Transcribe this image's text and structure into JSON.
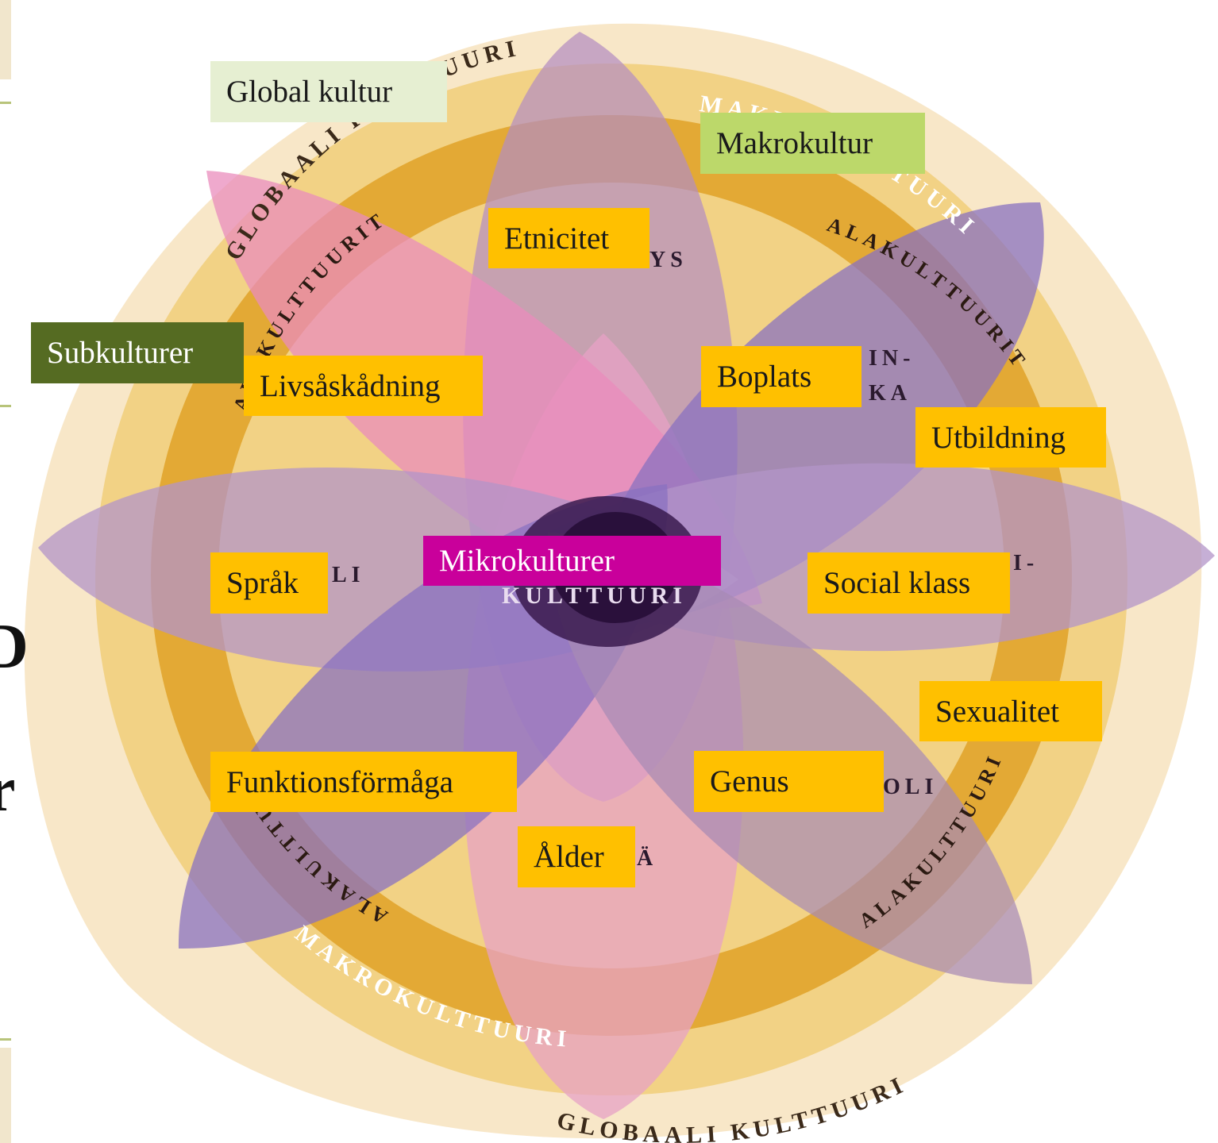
{
  "ring_texts": {
    "global_top": "GLOBAALI KULTTUURI",
    "global_bottom": "GLOBAALI KULTTUURI",
    "macro_top": "MAKROKULTTUURI",
    "macro_bottom": "MAKROKULTTUURI",
    "sub_left": "ALAKULTTUURIT",
    "sub_right": "ALAKULTTUURIT",
    "sub_bottom_left": "ALAKULTTUURIT",
    "sub_bottom_right": "ALAKULTTUURIT"
  },
  "petal_fragments": {
    "ethnicity": "YS",
    "residence_1": "IN-",
    "residence_2": "KA",
    "language": "LI",
    "social_class": "I-",
    "gender": "OLI",
    "age": "Ä",
    "center": "KULTTUURI"
  },
  "labels": {
    "global_culture": "Global kultur",
    "macro_culture": "Makrokultur",
    "subcultures": "Subkulturer",
    "micro_cultures": "Mikrokulturer",
    "ethnicity": "Etnicitet",
    "worldview": "Livsåskådning",
    "residence": "Boplats",
    "education": "Utbildning",
    "language": "Språk",
    "social_class": "Social klass",
    "sexuality": "Sexualitet",
    "ability": "Funktionsförmåga",
    "gender": "Genus",
    "age": "Ålder"
  },
  "edge_glyphs": {
    "glyph_1": "D",
    "glyph_2": "r"
  },
  "colors": {
    "global_ring": "#f8e7c8",
    "macro_ring": "#f2d285",
    "sub_ring": "#e3a935",
    "pink_petal": "#e7a1c6",
    "purple_petal": "#9c88c4",
    "lilac_petal": "#c6a6cc",
    "label_yellow": "#ffc000",
    "label_magenta": "#c9009b",
    "label_olive": "#556b22",
    "label_lime": "#bcd86a",
    "label_pale": "#e6efd2"
  }
}
